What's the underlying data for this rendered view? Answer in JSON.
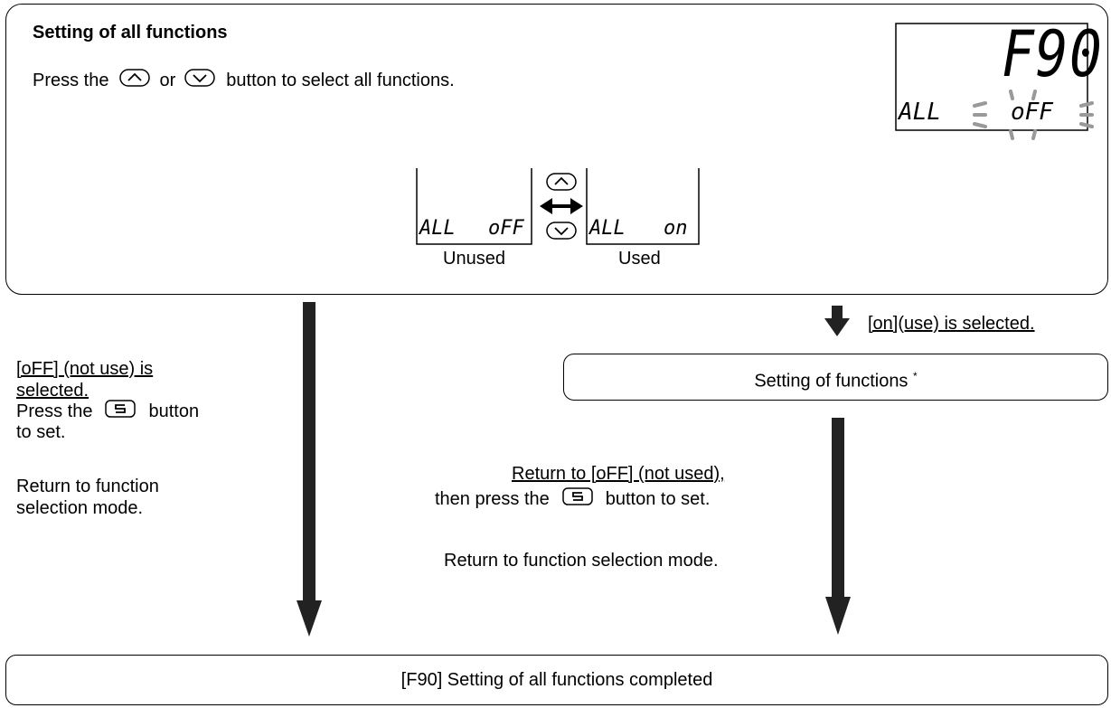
{
  "top_panel": {
    "title": "Setting of all functions",
    "instruction_pre": "Press the",
    "instruction_mid": "or",
    "instruction_post": "button to select all functions.",
    "display_main": "F90",
    "display_sub_left": "ALL",
    "display_sub_right": "oFF",
    "unused_display_left": "ALL",
    "unused_display_right": "oFF",
    "unused_caption": "Unused",
    "used_display_left": "ALL",
    "used_display_right": "on",
    "used_caption": "Used"
  },
  "left_branch": {
    "selected_line1": "[oFF] (not use) is",
    "selected_line2": "selected.",
    "press_pre": "Press the",
    "press_post": "button",
    "to_set": "to set.",
    "return_line1": "Return to function",
    "return_line2": "selection mode."
  },
  "right_branch": {
    "on_selected": "[on](use) is selected.",
    "setting_functions": "Setting of functions",
    "asterisk": "*",
    "return_to_off": "Return to [oFF] (not used),",
    "press_pre": "then press the",
    "press_post": "button to set.",
    "return_selection": "Return to function selection mode."
  },
  "bottom_panel": {
    "completed": "[F90] Setting of all functions completed"
  },
  "buttons": {
    "up_icon": "chevron-up-icon",
    "down_icon": "chevron-down-icon",
    "set_icon": "set-s-icon"
  }
}
